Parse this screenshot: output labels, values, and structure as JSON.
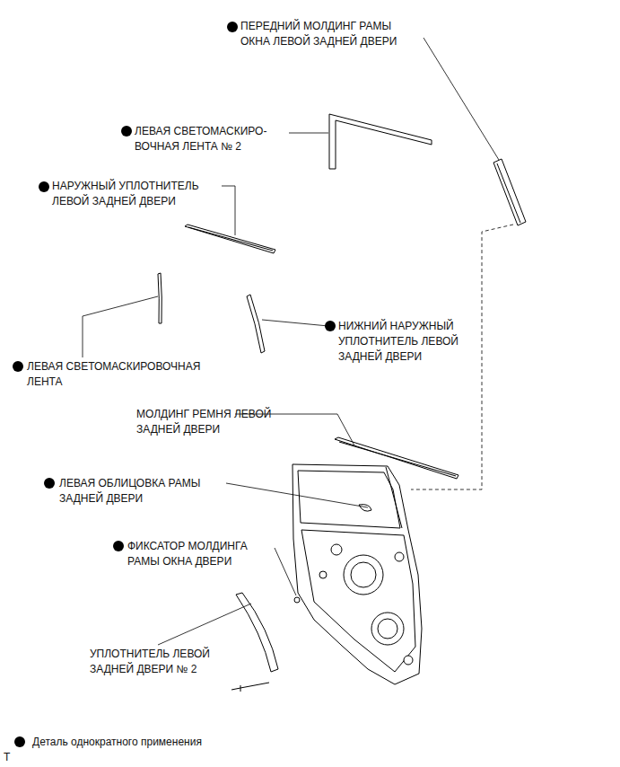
{
  "diagram": {
    "labels": [
      "ПЕРЕДНИЙ МОЛДИНГ РАМЫ ОКНА ЛЕВОЙ ЗАДНЕЙ ДВЕРИ",
      "ЛЕВАЯ СВЕТОМАСКИРО- ВОЧНАЯ ЛЕНТА № 2",
      "НАРУЖНЫЙ УПЛОТНИТЕЛЬ ЛЕВОЙ ЗАДНЕЙ ДВЕРИ",
      "ЛЕВАЯ СВЕТОМАСКИРОВОЧНАЯ ЛЕНТА",
      "НИЖНИЙ НАРУЖНЫЙ УПЛОТНИТЕЛЬ ЛЕВОЙ ЗАДНЕЙ ДВЕРИ",
      "МОЛДИНГ РЕМНЯ ЛЕВОЙ ЗАДНЕЙ ДВЕРИ",
      "ЛЕВАЯ ОБЛИЦОВКА РАМЫ ЗАДНЕЙ ДВЕРИ",
      "ФИКСАТОР МОЛДИНГА РАМЫ ОКНА ДВЕРИ",
      "УПЛОТНИТЕЛЬ ЛЕВОЙ ЗАДНЕЙ ДВЕРИ № 2",
      "T"
    ],
    "legend": [
      {
        "text": "Деталь однократного применения"
      }
    ]
  }
}
